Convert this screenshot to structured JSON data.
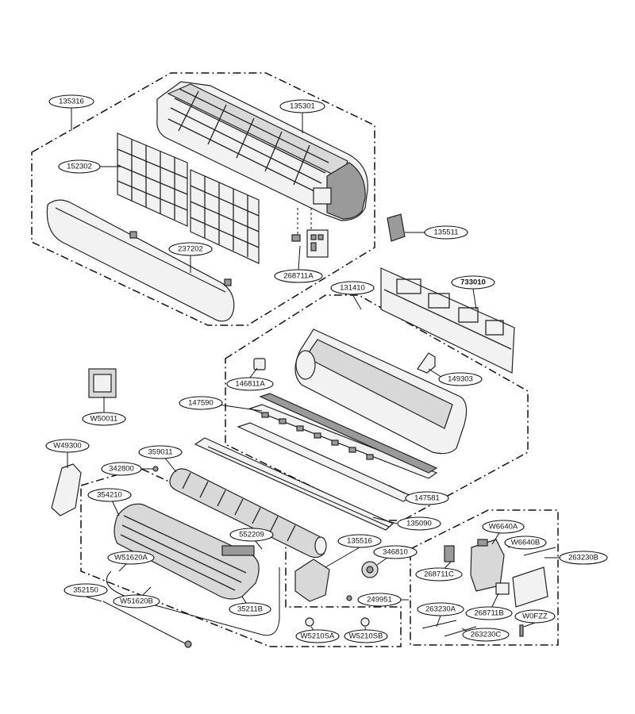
{
  "diagram": {
    "callouts": [
      {
        "id": "135316",
        "label": "135316"
      },
      {
        "id": "135301",
        "label": "135301"
      },
      {
        "id": "152302",
        "label": "152302"
      },
      {
        "id": "135511",
        "label": "135511"
      },
      {
        "id": "237202",
        "label": "237202"
      },
      {
        "id": "268711A",
        "label": "268711A"
      },
      {
        "id": "131410",
        "label": "131410"
      },
      {
        "id": "733010",
        "label": "733010"
      },
      {
        "id": "146811A",
        "label": "146811A"
      },
      {
        "id": "149303",
        "label": "149303"
      },
      {
        "id": "W50011",
        "label": "W50011"
      },
      {
        "id": "147590",
        "label": "147590"
      },
      {
        "id": "W49300",
        "label": "W49300"
      },
      {
        "id": "359011",
        "label": "359011"
      },
      {
        "id": "342800",
        "label": "342800"
      },
      {
        "id": "147581",
        "label": "147581"
      },
      {
        "id": "354210",
        "label": "354210"
      },
      {
        "id": "135090",
        "label": "135090"
      },
      {
        "id": "552209",
        "label": "552209"
      },
      {
        "id": "135516",
        "label": "135516"
      },
      {
        "id": "346810",
        "label": "346810"
      },
      {
        "id": "W6640A",
        "label": "W6640A"
      },
      {
        "id": "W6640B",
        "label": "W6640B"
      },
      {
        "id": "263230B",
        "label": "263230B"
      },
      {
        "id": "W51620A",
        "label": "W51620A"
      },
      {
        "id": "268711C",
        "label": "268711C"
      },
      {
        "id": "352150",
        "label": "352150"
      },
      {
        "id": "W51620B",
        "label": "W51620B"
      },
      {
        "id": "249951",
        "label": "249951"
      },
      {
        "id": "263230A",
        "label": "263230A"
      },
      {
        "id": "35211B",
        "label": "35211B"
      },
      {
        "id": "268711B",
        "label": "268711B"
      },
      {
        "id": "W0FZZ",
        "label": "W0FZZ"
      },
      {
        "id": "W5210SA",
        "label": "W5210SA"
      },
      {
        "id": "W5210SB",
        "label": "W5210SB"
      },
      {
        "id": "263230C",
        "label": "263230C"
      }
    ]
  }
}
